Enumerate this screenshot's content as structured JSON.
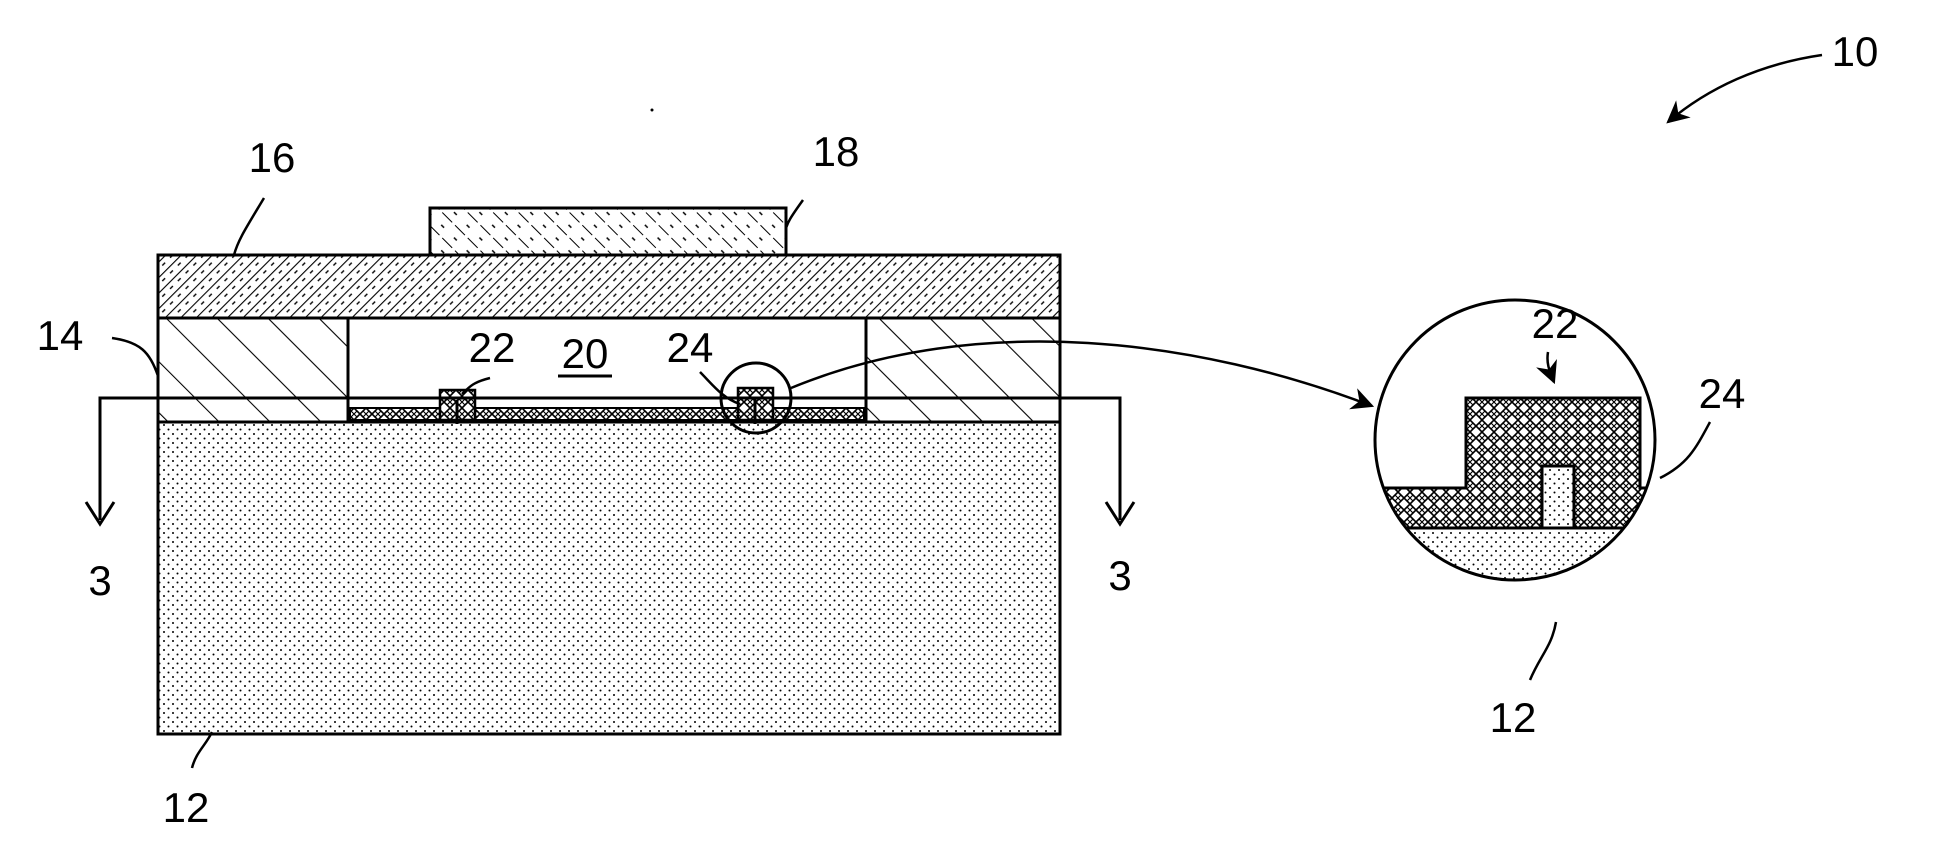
{
  "figure": {
    "reference_numerals": {
      "device": "10",
      "substrate": "12",
      "spacer_layer": "14",
      "cover_layer": "16",
      "top_element": "18",
      "cavity": "20",
      "feature": "22",
      "coating": "24"
    },
    "section_line": {
      "left_label": "3",
      "right_label": "3"
    },
    "detail": {
      "feature_label": "22",
      "coating_label": "24",
      "substrate_label": "12"
    },
    "colors": {
      "line": "#000000",
      "background": "#ffffff"
    }
  }
}
